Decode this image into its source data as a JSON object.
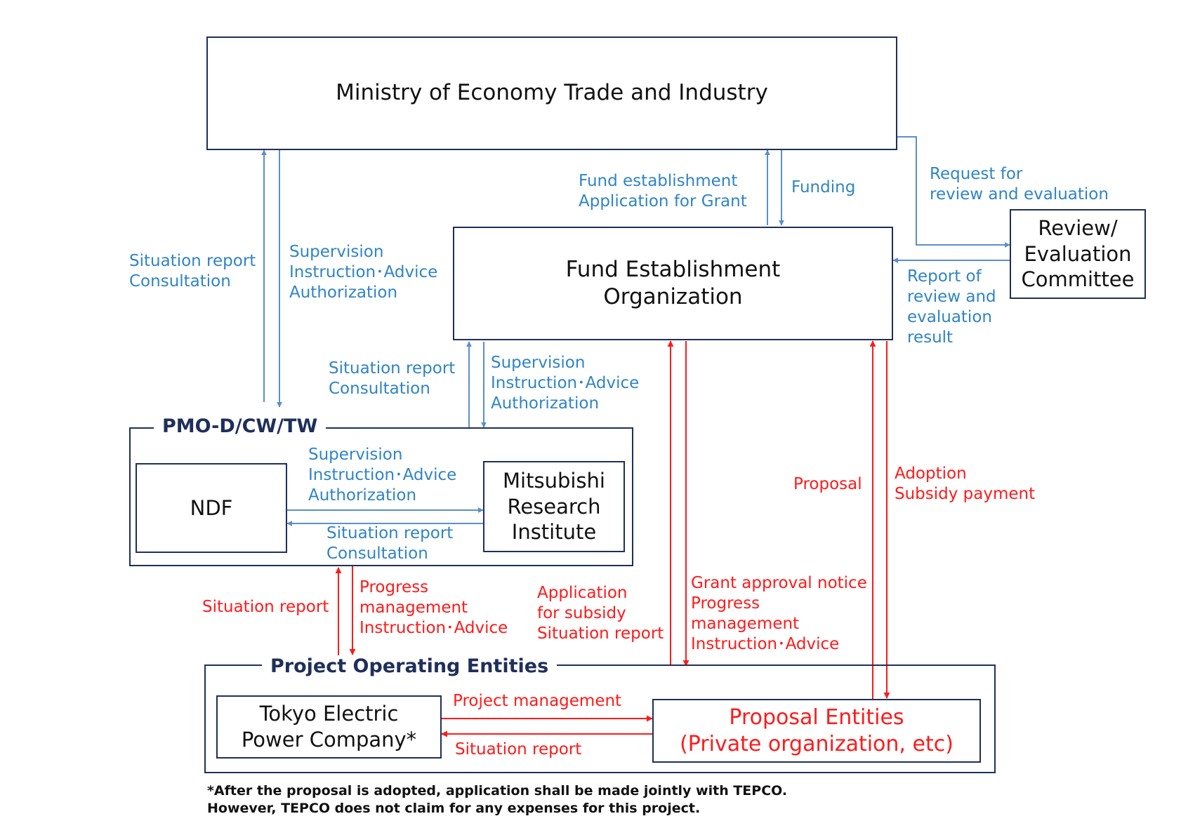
{
  "boxes": {
    "meti": "Ministry of Economy Trade and Industry",
    "fund": "Fund Establishment\nOrganization",
    "review": "Review/\nEvaluation\nCommittee",
    "ndf": "NDF",
    "mri": "Mitsubishi\nResearch\nInstitute",
    "tepco": "Tokyo Electric\nPower Company*",
    "proposal_entities": "Proposal Entities\n(Private organization, etc)"
  },
  "groups": {
    "pmo": "PMO-D/CW/TW",
    "operating": "Project Operating Entities"
  },
  "labels": {
    "meti_pmo_up": "Situation report\nConsultation",
    "meti_pmo_down": "Supervision\nInstruction･Advice\nAuthorization",
    "fund_meti_up": "Fund establishment\nApplication for Grant",
    "meti_fund_down": "Funding",
    "request_review": "Request for\nreview and evaluation",
    "report_review": "Report of\nreview and\nevaluation\nresult",
    "pmo_fund_up": "Situation report\nConsultation",
    "fund_pmo_down": "Supervision\nInstruction･Advice\nAuthorization",
    "ndf_mri": "Supervision\nInstruction･Advice\nAuthorization",
    "mri_ndf": "Situation report\nConsultation",
    "ops_pmo_up": "Situation report",
    "pmo_ops_down": "Progress\nmanagement\nInstruction･Advice",
    "ops_fund_up": "Application\nfor subsidy\nSituation report",
    "fund_ops_down": "Grant approval notice\nProgress\nmanagement\nInstruction･Advice",
    "proposal_up": "Proposal",
    "adoption_down": "Adoption\nSubsidy payment",
    "project_management": "Project management",
    "situation_report_bottom": "Situation report"
  },
  "footnote": {
    "line1": "*After the proposal is adopted, application shall be made jointly with TEPCO.",
    "line2": "However, TEPCO does not claim for any expenses for this project."
  },
  "colors": {
    "box_border": "#1f2f5a",
    "blue_flow": "#2f84c6",
    "blue_arrow": "#5b8fc9",
    "red_flow": "#ff1a1a",
    "proposal_text": "#ff1a1a"
  }
}
